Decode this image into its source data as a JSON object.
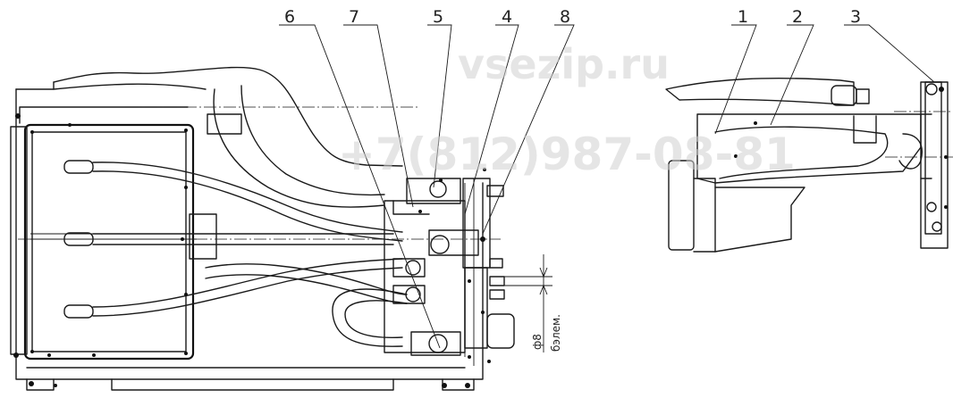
{
  "drawing": {
    "callouts": [
      {
        "label": "6"
      },
      {
        "label": "7"
      },
      {
        "label": "5"
      },
      {
        "label": "4"
      },
      {
        "label": "8"
      },
      {
        "label": "1"
      },
      {
        "label": "2"
      },
      {
        "label": "3"
      }
    ],
    "dimension": {
      "value": "ф8",
      "note": "бэлем."
    },
    "watermark": {
      "site": "vsezip.ru",
      "phone": "+7(812)987-08-81"
    }
  }
}
